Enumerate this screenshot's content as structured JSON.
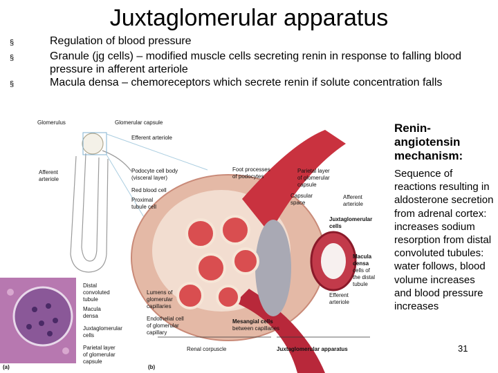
{
  "title": "Juxtaglomerular apparatus",
  "bullets": [
    {
      "marker": "§",
      "text": "Regulation of blood pressure"
    },
    {
      "marker": "§",
      "text": "Granule (jg cells) – modified muscle cells secreting renin in response to falling blood pressure in afferent arteriole"
    },
    {
      "marker": "§",
      "text": "Macula densa – chemoreceptors which secrete renin if solute concentration falls"
    }
  ],
  "right_column": {
    "heading": "Renin-angiotensin mechanism:",
    "body": "Sequence of reactions resulting in aldosterone secretion from adrenal cortex: increases sodium resorption from distal convoluted tubules: water follows, blood volume increases and blood pressure increases"
  },
  "page_number": "31",
  "figure": {
    "panel_a_letter": "(a)",
    "panel_b_letter": "(b)",
    "labels": {
      "glomerulus": "Glomerulus",
      "glomerular_capsule": "Glomerular capsule",
      "efferent_arteriole_top": "Efferent arteriole",
      "afferent_arteriole_left_1": "Afferent",
      "afferent_arteriole_left_2": "arteriole",
      "podocyte_1": "Podocyte cell body",
      "podocyte_2": "(visceral layer)",
      "red_blood_cell": "Red blood cell",
      "proximal_1": "Proximal",
      "proximal_2": "tubule cell",
      "foot_processes_1": "Foot processes",
      "foot_processes_2": "of podocytes",
      "parietal_1": "Parietal layer",
      "parietal_2": "of glomerular",
      "parietal_3": "capsule",
      "capsular_1": "Capsular",
      "capsular_2": "space",
      "afferent_right_1": "Afferent",
      "afferent_right_2": "arteriole",
      "jg_cells_1": "Juxtaglomerular",
      "jg_cells_2": "cells",
      "macula_1": "Macula",
      "macula_2": "densa",
      "macula_3": "cells of",
      "macula_4": "the distal",
      "macula_5": "tubule",
      "efferent_right_1": "Efferent",
      "efferent_right_2": "arteriole",
      "lumens_1": "Lumens of",
      "lumens_2": "glomerular",
      "lumens_3": "capillaries",
      "endothelial_1": "Endothelial cell",
      "endothelial_2": "of glomerular",
      "endothelial_3": "capillary",
      "mesangial_1": "Mesangial cells",
      "mesangial_2": "between capillaries",
      "renal_corpuscle": "Renal corpuscle",
      "jg_apparatus": "Juxtaglomerular apparatus",
      "micro_distal_1": "Distal",
      "micro_distal_2": "convoluted",
      "micro_distal_3": "tubule",
      "micro_macula_1": "Macula",
      "micro_macula_2": "densa",
      "micro_jg_1": "Juxtaglomerular",
      "micro_jg_2": "cells",
      "micro_parietal_1": "Parietal layer",
      "micro_parietal_2": "of glomerular",
      "micro_parietal_3": "capsule"
    }
  }
}
